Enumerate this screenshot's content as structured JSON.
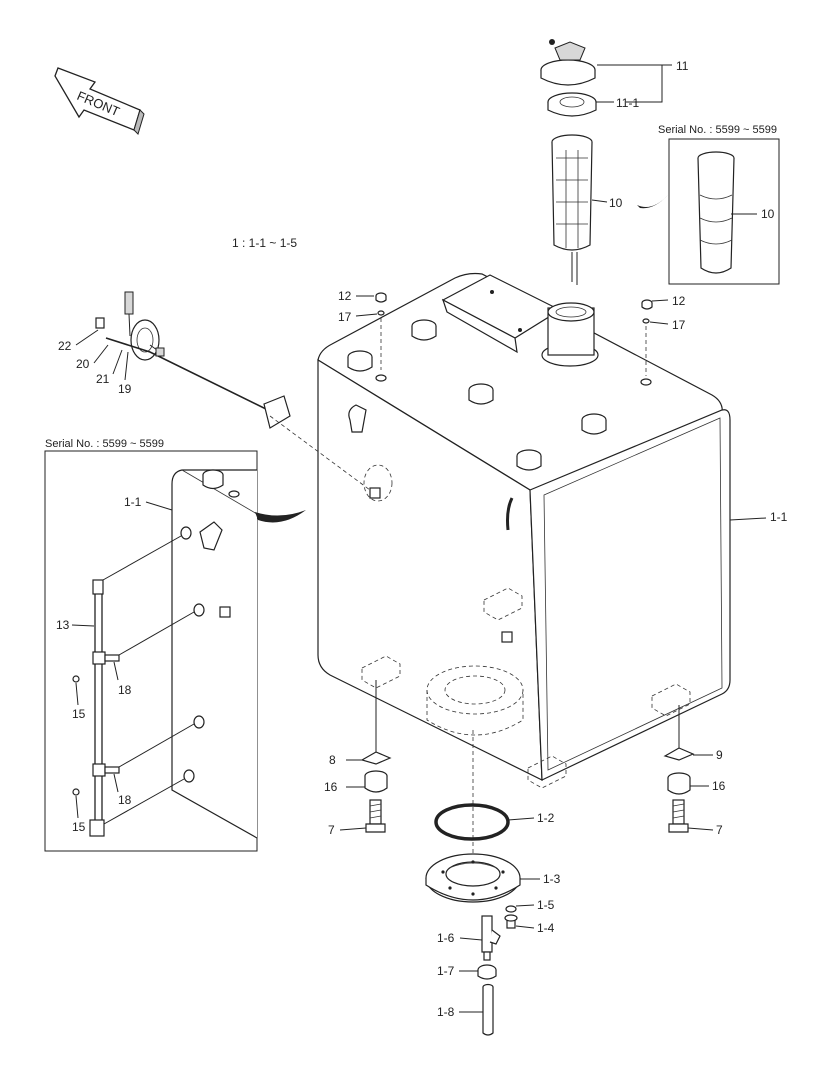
{
  "front_label": "FRONT",
  "note": "1 : 1-1 ~ 1-5",
  "inset_top": {
    "serial": "Serial No. : 5599 ~ 5599",
    "part": "10"
  },
  "inset_left": {
    "serial": "Serial No. : 5599 ~ 5599"
  },
  "labels": {
    "p11": "11",
    "p11_1": "11-1",
    "p10": "10",
    "p12a": "12",
    "p17a": "17",
    "p12b": "12",
    "p17b": "17",
    "p22": "22",
    "p20": "20",
    "p21": "21",
    "p19": "19",
    "p1_1_left": "1-1",
    "p13": "13",
    "p18a": "18",
    "p15a": "15",
    "p18b": "18",
    "p15b": "15",
    "p1_1_right": "1-1",
    "p8": "8",
    "p9": "9",
    "p16a": "16",
    "p16b": "16",
    "p7a": "7",
    "p7b": "7",
    "p1_2": "1-2",
    "p1_3": "1-3",
    "p1_5": "1-5",
    "p1_4": "1-4",
    "p1_6": "1-6",
    "p1_7": "1-7",
    "p1_8": "1-8"
  }
}
